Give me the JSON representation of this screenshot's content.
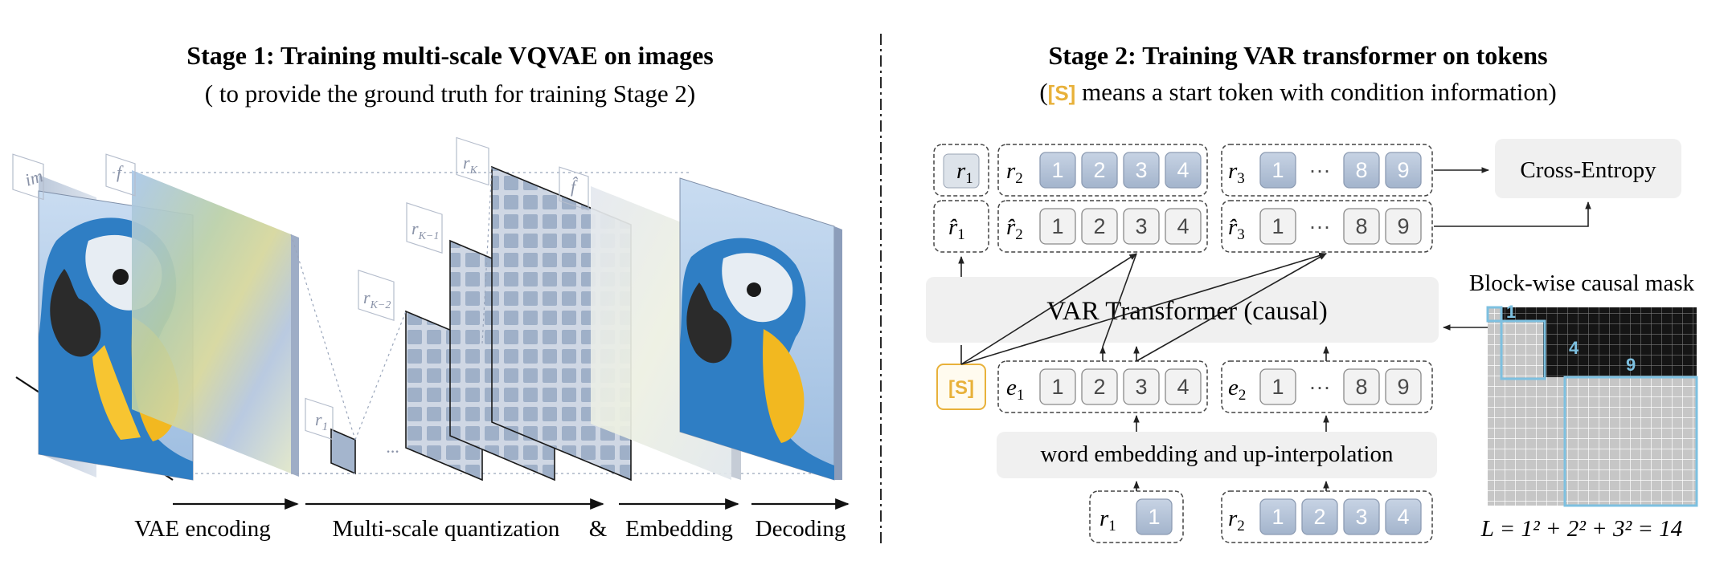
{
  "stage1": {
    "title": "Stage 1:  Training multi-scale VQVAE on images",
    "subtitle": "( to provide the ground truth for training Stage 2)",
    "labels": {
      "im": "im",
      "f": "f",
      "f_hat": "f̂",
      "r1": "r",
      "r1_sub": "1",
      "rk": "r",
      "rk_sub": "K",
      "rk1": "r",
      "rk1_sub": "K−1",
      "rk2": "r",
      "rk2_sub": "K−2",
      "ellipsis": "···"
    },
    "bottom": {
      "vae": "VAE encoding",
      "msq": "Multi-scale quantization",
      "amp": "&",
      "emb": "Embedding",
      "dec": "Decoding"
    }
  },
  "stage2": {
    "title": "Stage 2:  Training VAR transformer on tokens",
    "subtitle_open": "(",
    "start_token": "[S]",
    "subtitle_rest": " means a start token with condition information)",
    "cross_entropy": "Cross-Entropy",
    "transformer": "VAR Transformer (causal)",
    "embedding": "word embedding and up-interpolation",
    "mask_title": "Block-wise causal mask",
    "mask_labels": [
      "1",
      "4",
      "9"
    ],
    "formula": "L = 1² + 2² + 3² = 14",
    "row_r": {
      "r1": "r",
      "r1_sub": "1",
      "r2": "r",
      "r2_sub": "2",
      "r3": "r",
      "r3_sub": "3"
    },
    "row_rhat": {
      "r1": "r̂",
      "r1_sub": "1",
      "r2": "r̂",
      "r2_sub": "2",
      "r3": "r̂",
      "r3_sub": "3"
    },
    "row_e": {
      "e1": "e",
      "e1_sub": "1",
      "e2": "e",
      "e2_sub": "2"
    },
    "tokens_2": [
      "1",
      "2",
      "3",
      "4"
    ],
    "tokens_3": [
      "1",
      "···",
      "8",
      "9"
    ],
    "tokens_1": [
      "1"
    ]
  },
  "colors": {
    "accent_gold": "#e8b13a",
    "mask_blue": "#7dc0e0",
    "token_blue": "#a9b8cf",
    "panel_gray": "#f0f0f0"
  }
}
